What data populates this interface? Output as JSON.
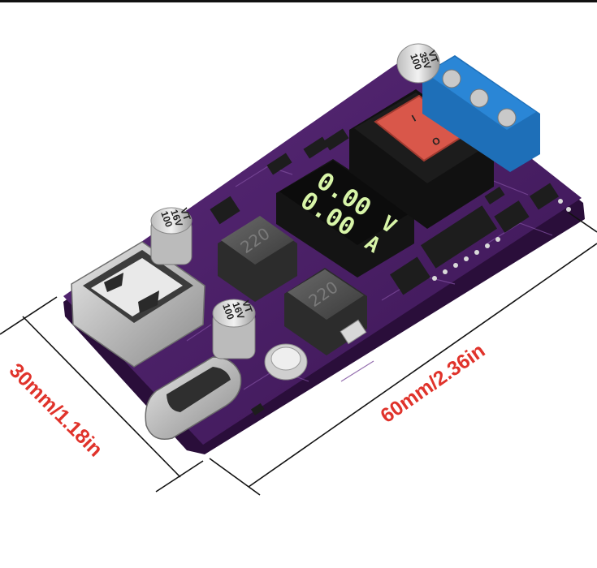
{
  "dimensions": {
    "width_label": "30mm/1.18in",
    "length_label": "60mm/2.36in",
    "label_color": "#e0332b"
  },
  "display": {
    "line1": "0.00",
    "line1_unit": "V",
    "line2": "0.00",
    "line2_unit": "A",
    "color": "#d8f5a8"
  },
  "capacitors": {
    "cap_top": {
      "line1": "100",
      "line2": "35V",
      "line3": "VT"
    },
    "cap_left": {
      "line1": "100",
      "line2": "16V",
      "line3": "VT"
    },
    "cap_bottom": {
      "line1": "100",
      "line2": "16V",
      "line3": "VT"
    }
  },
  "inductors": {
    "inductor1": "220",
    "inductor2": "220"
  },
  "switch": {
    "on_symbol": "I",
    "off_symbol": "O",
    "color": "#d9574a"
  },
  "pcb": {
    "color": "#4b1f66"
  },
  "terminal": {
    "color": "#2a86d6"
  }
}
